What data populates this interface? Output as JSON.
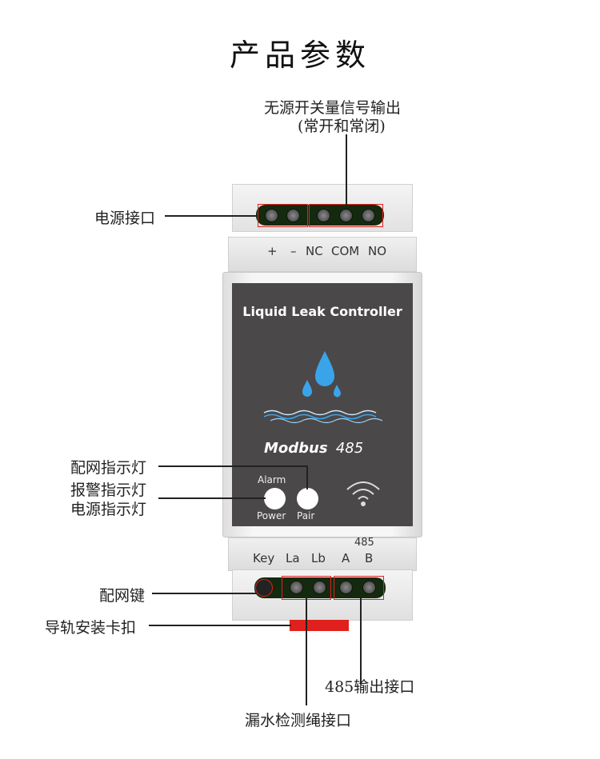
{
  "title": "产品参数",
  "labels": {
    "switch_output_1": "无源开关量信号输出",
    "switch_output_2": "(常开和常闭)",
    "power_port": "电源接口",
    "pair_led": "配网指示灯",
    "alarm_led": "报警指示灯",
    "power_led": "电源指示灯",
    "pair_key": "配网键",
    "rail_clip": "导轨安装卡扣",
    "rs485_port": "485输出接口",
    "leak_rope_port": "漏水检测绳接口"
  },
  "device": {
    "top_terminals": {
      "plus": "+",
      "minus": "–",
      "nc": "NC",
      "com": "COM",
      "no": "NO"
    },
    "name": "Liquid Leak Controller",
    "brand": "Modbus",
    "protocol_num": "485",
    "alarm": "Alarm",
    "power": "Power",
    "pair": "Pair",
    "bottom_terminals": {
      "key": "Key",
      "la": "La",
      "lb": "Lb",
      "a": "A",
      "b": "B",
      "group": "485"
    }
  },
  "colors": {
    "panel": "#4b4849",
    "accent_red": "#e02020",
    "water_blue": "#2f9be0"
  }
}
